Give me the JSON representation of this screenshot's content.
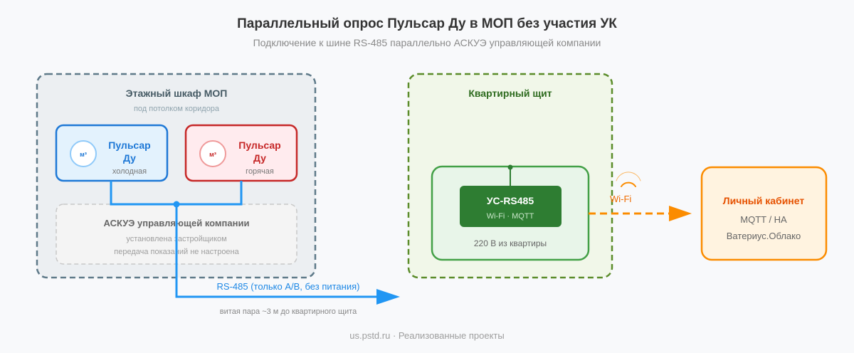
{
  "title": "Параллельный опрос Пульсар Ду в МОП без участия УК",
  "subtitle": "Подключение к шине RS-485 параллельно АСКУЭ управляющей компании",
  "cabinet": {
    "title": "Этажный шкаф МОП",
    "subtitle": "под потолком коридора",
    "meters": [
      {
        "icon": "м³",
        "name_line1": "Пульсар",
        "name_line2": "Ду",
        "type": "холодная",
        "color": "#1e78d6"
      },
      {
        "icon": "м³",
        "name_line1": "Пульсар",
        "name_line2": "Ду",
        "type": "горячая",
        "color": "#c62828"
      }
    ],
    "askue": {
      "title": "АСКУЭ управляющей компании",
      "line1": "установлена застройщиком",
      "line2": "передача показаний не настроена"
    }
  },
  "bus": {
    "label": "RS-485 (только A/B, без питания)",
    "note": "витая пара ~3 м до квартирного щита",
    "color": "#2196f3"
  },
  "panel": {
    "title": "Квартирный щит",
    "device_name": "УС-RS485",
    "device_sub": "Wi-Fi · MQTT",
    "power": "220 В из квартиры"
  },
  "link": {
    "label": "Wi-Fi",
    "color": "#fb8c00"
  },
  "cloud": {
    "title": "Личный кабинет",
    "line1": "MQTT / HA",
    "line2": "Ватериус.Облако"
  },
  "footer": "us.pstd.ru · Реализованные проекты"
}
